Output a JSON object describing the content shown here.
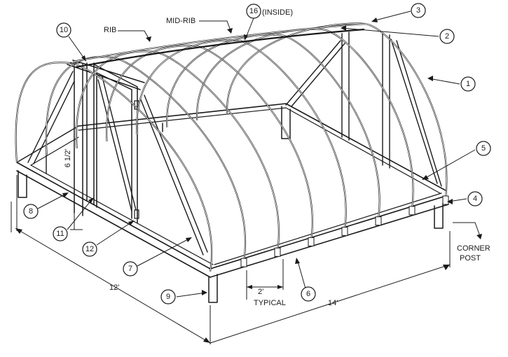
{
  "labels": {
    "rib": "RIB",
    "mid_rib": "MID-RIB",
    "inside": "(INSIDE)",
    "corner_post_line1": "CORNER",
    "corner_post_line2": "POST",
    "typical": "TYPICAL"
  },
  "dimensions": {
    "door_height": "6 1/2'",
    "width": "12'",
    "length": "14'",
    "spacing": "2'"
  },
  "callouts": [
    "1",
    "2",
    "3",
    "4",
    "5",
    "6",
    "7",
    "8",
    "9",
    "10",
    "11",
    "12",
    "16"
  ]
}
